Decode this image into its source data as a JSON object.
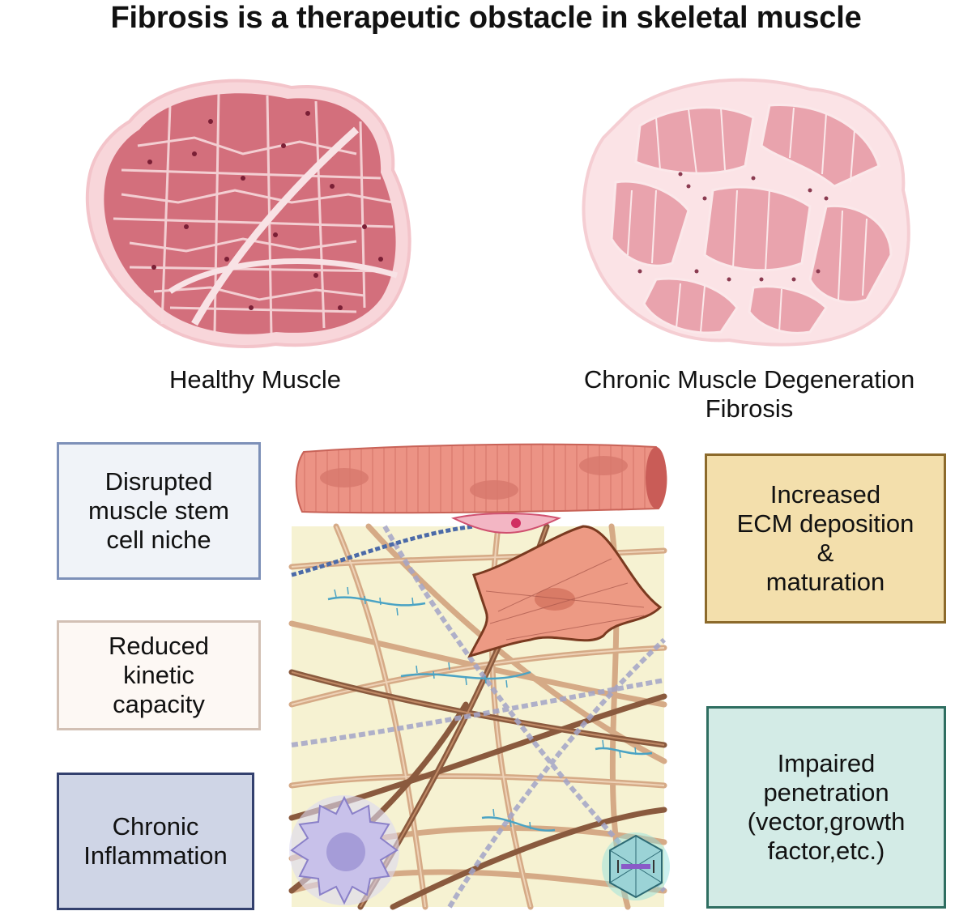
{
  "title": "Fibrosis is a therapeutic obstacle in skeletal muscle",
  "healthy_caption": "Healthy Muscle",
  "fibrotic_caption": {
    "line1": "Chronic Muscle Degeneration",
    "line2": "Fibrosis"
  },
  "left_boxes": [
    {
      "lines": [
        "Disrupted",
        "muscle stem",
        "cell niche"
      ],
      "fill": "#f0f3f8",
      "border": "#7d90b8"
    },
    {
      "lines": [
        "Reduced",
        "kinetic",
        "capacity"
      ],
      "fill": "#fdf8f4",
      "border": "#d2c0b4"
    },
    {
      "lines": [
        "Chronic",
        "Inflammation"
      ],
      "fill": "#cfd5e6",
      "border": "#33406e"
    }
  ],
  "right_boxes": [
    {
      "lines": [
        "Increased",
        "ECM deposition",
        "&",
        "maturation"
      ],
      "fill": "#f3dfac",
      "border": "#8c6a2b"
    },
    {
      "lines": [
        "Impaired",
        "penetration",
        "(vector,growth",
        "factor,etc.)"
      ],
      "fill": "#d3ebe6",
      "border": "#2f6e61"
    }
  ],
  "colors": {
    "muscle_fiber": "#d9727e",
    "muscle_border": "#f7d4d8",
    "ecm_background": "#f6f2d2",
    "collagen_light": "#d4a782",
    "collagen_dark": "#8a5a3e"
  }
}
